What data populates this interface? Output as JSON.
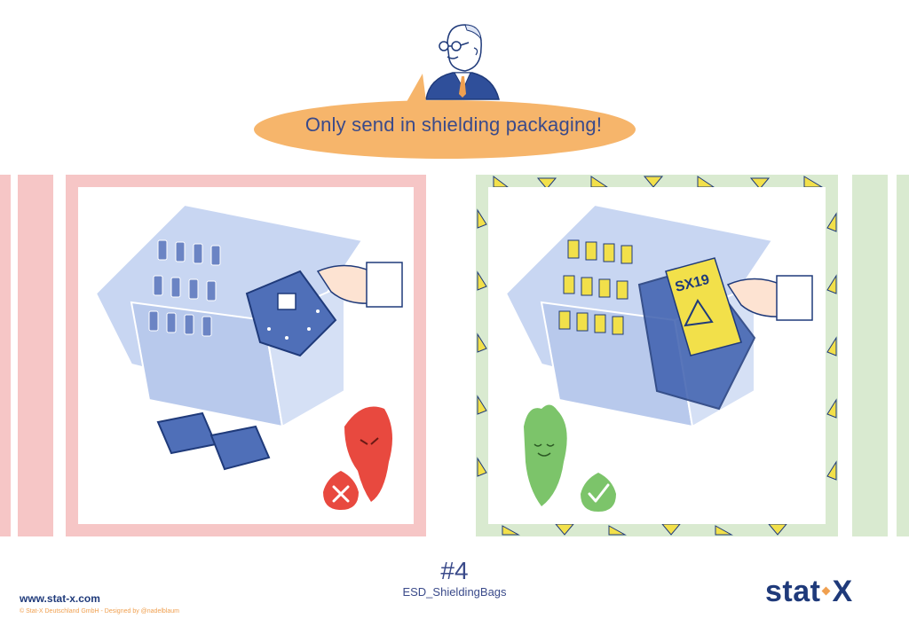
{
  "speech_bubble": {
    "text": "Only send in shielding packaging!"
  },
  "footer": {
    "number": "#4",
    "subtitle": "ESD_ShieldingBags",
    "url": "www.stat-x.com",
    "copyright": "© Stat-X Deutschland GmbH - Designed by @nadelblaum",
    "logo_part1": "stat",
    "logo_part2": "X"
  },
  "right_panel": {
    "bag_label": "SX19"
  },
  "colors": {
    "navy": "#1f3a7a",
    "text_blue": "#3a4a8a",
    "bubble_orange": "#f6b56b",
    "wrong_red": "#e8493f",
    "right_green": "#7cc46a",
    "pink_frame": "#f6c6c6",
    "green_frame": "#d9ead0",
    "esd_yellow": "#f2e04a",
    "box_blue": "#c8d6f2"
  },
  "icons": [
    "businessman-illustration",
    "cross-mark-icon",
    "check-mark-icon",
    "esd-warning-icon"
  ]
}
